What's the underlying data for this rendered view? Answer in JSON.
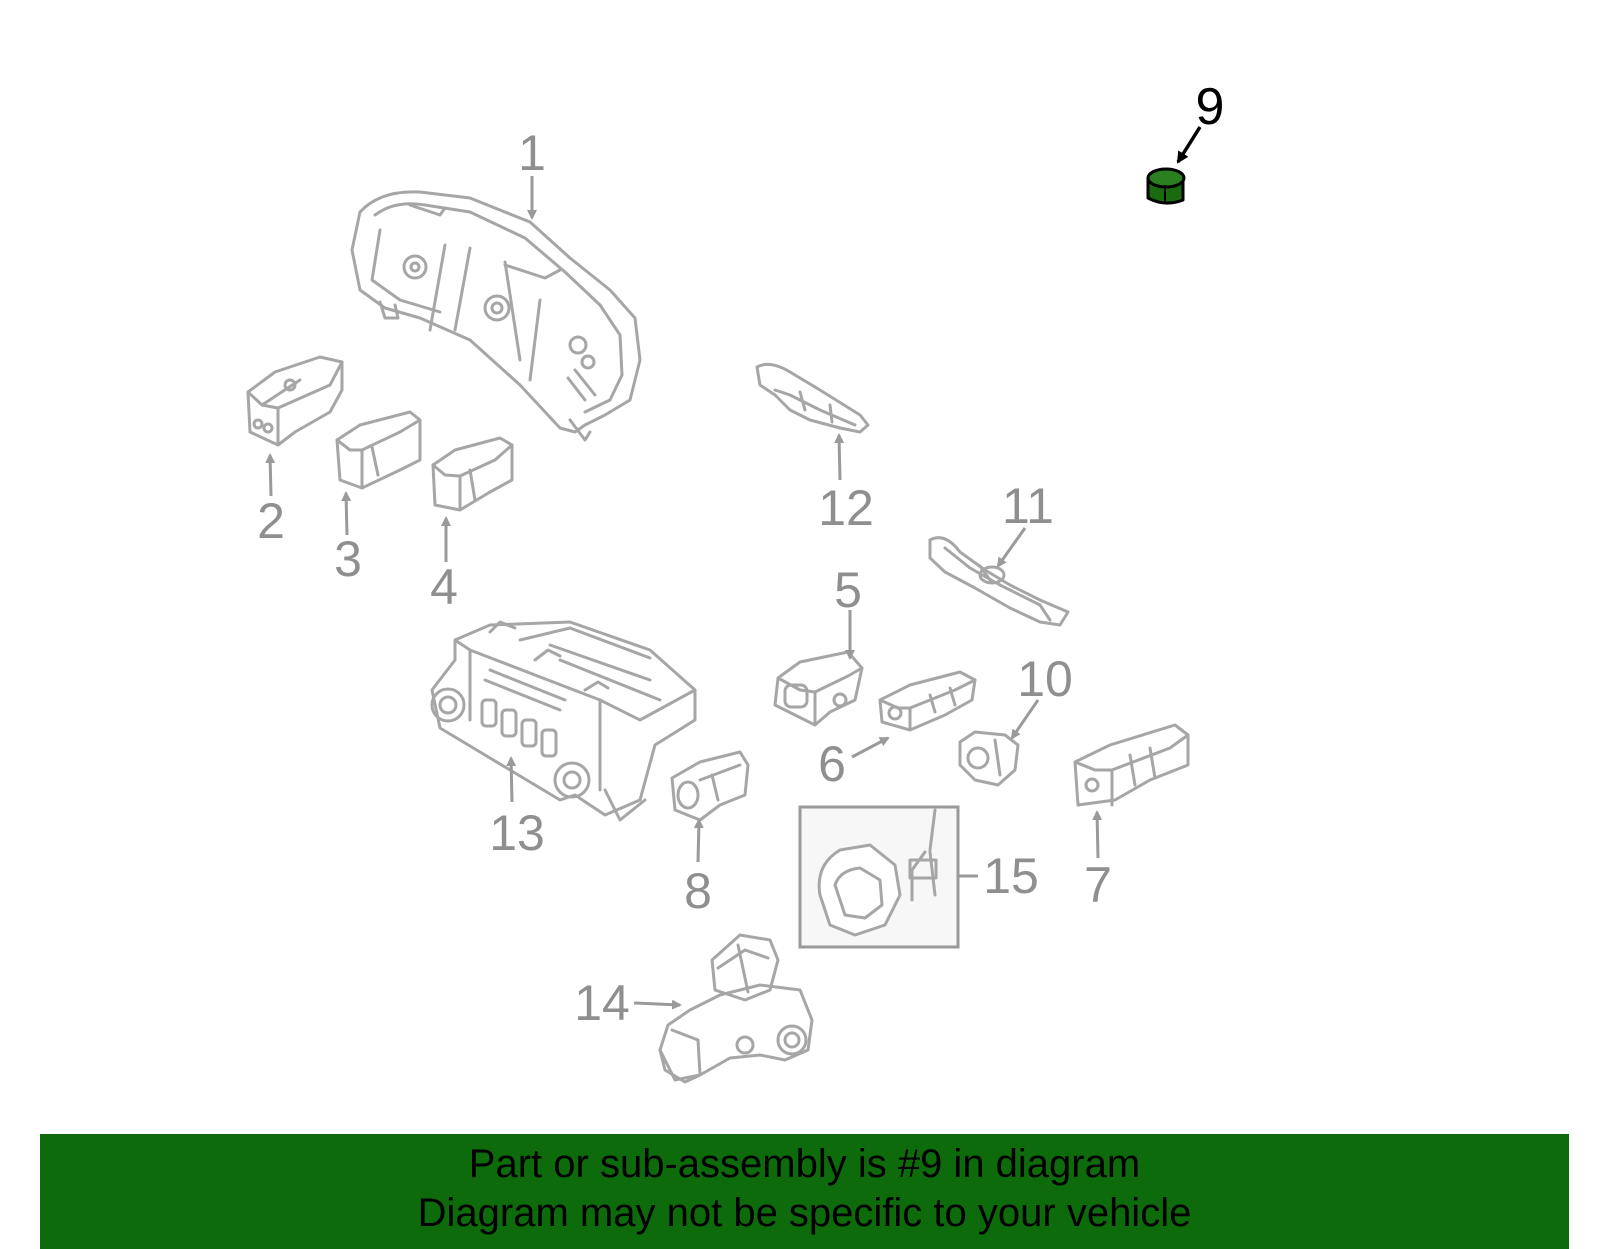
{
  "diagram": {
    "highlight_color": "#1a6b10",
    "highlighted_part": "9",
    "labels": {
      "p1": "1",
      "p2": "2",
      "p3": "3",
      "p4": "4",
      "p5": "5",
      "p6": "6",
      "p7": "7",
      "p8": "8",
      "p9": "9",
      "p10": "10",
      "p11": "11",
      "p12": "12",
      "p13": "13",
      "p14": "14",
      "p15": "15"
    }
  },
  "banner": {
    "background": "#0e6b0b",
    "line1": "Part or sub-assembly is #9 in diagram",
    "line2": "Diagram may not be specific to your vehicle"
  }
}
